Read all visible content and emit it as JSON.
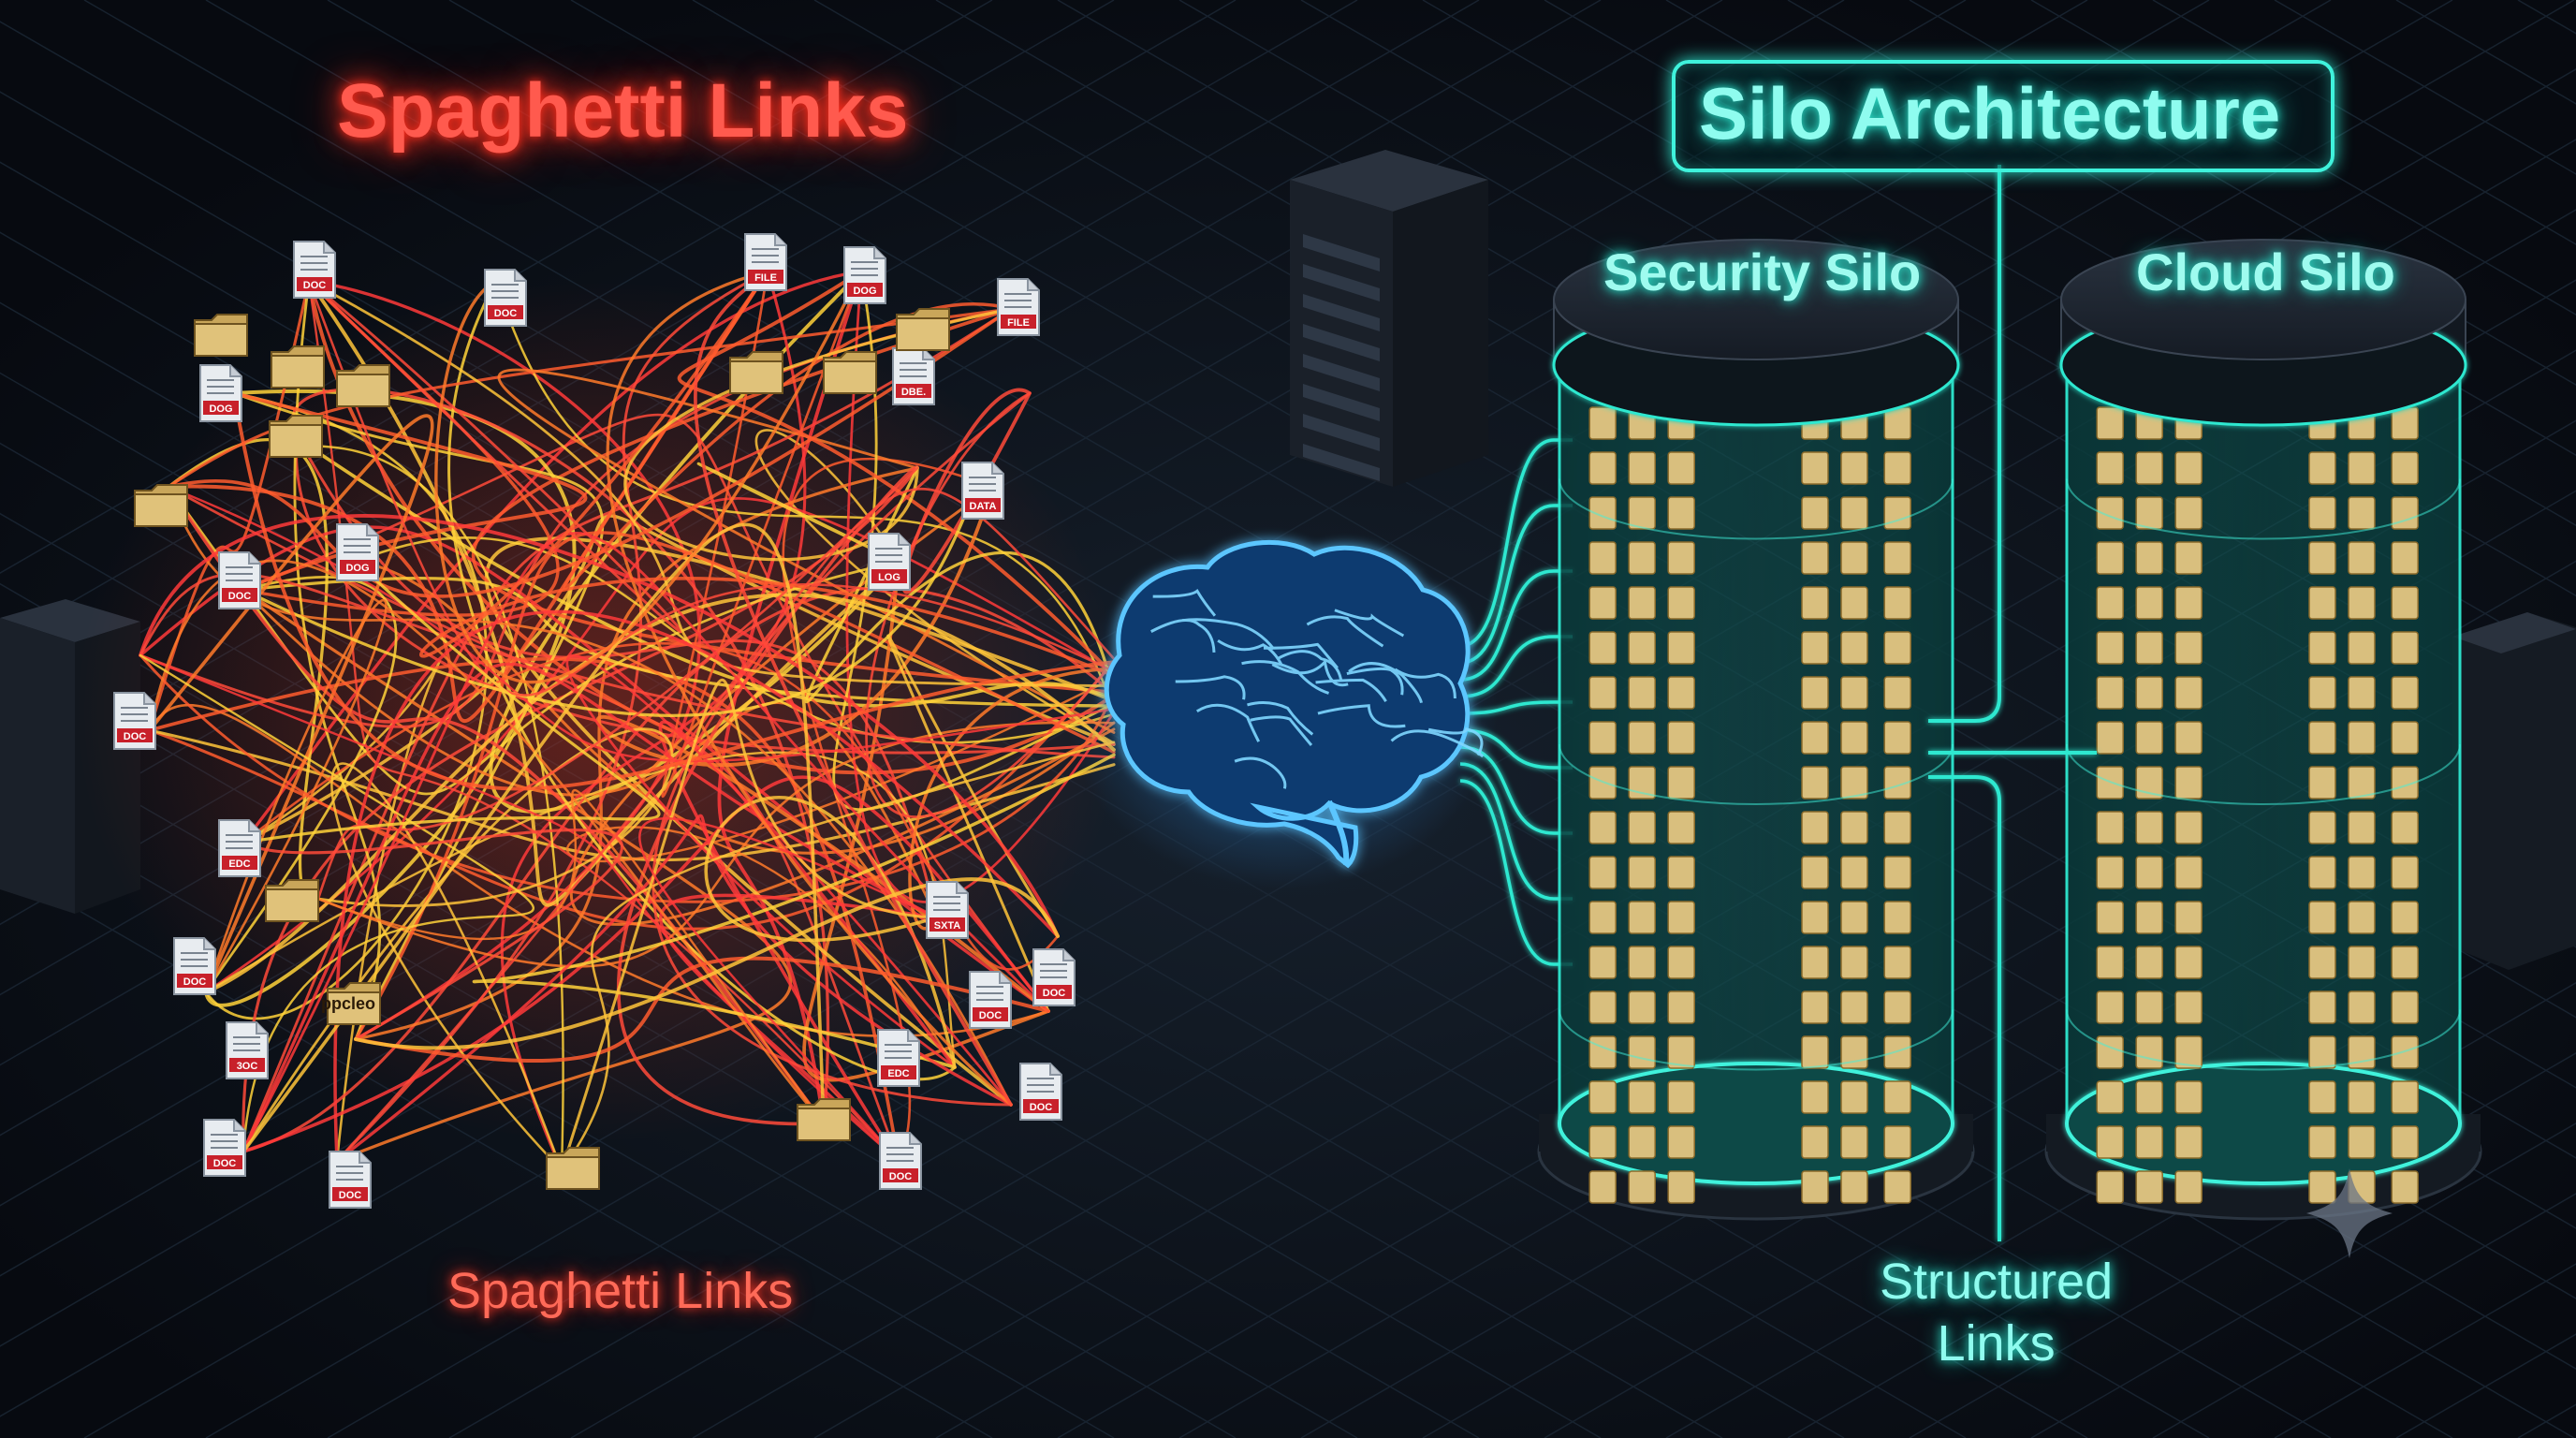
{
  "left_panel": {
    "title": "Spaghetti Links",
    "caption": "Spaghetti Links",
    "doc_icons": [
      {
        "label": "DOC"
      },
      {
        "label": "DOC"
      },
      {
        "label": "FILE"
      },
      {
        "label": "DOG"
      },
      {
        "label": "FILE"
      },
      {
        "label": "DOG"
      },
      {
        "label": "DBE."
      },
      {
        "label": "DOG"
      },
      {
        "label": "DOC"
      },
      {
        "label": "DATA"
      },
      {
        "label": "LOG"
      },
      {
        "label": "DOC"
      },
      {
        "label": "EDC"
      },
      {
        "label": "SXTA"
      },
      {
        "label": "DOC"
      },
      {
        "label": "DOC"
      },
      {
        "label": "DOC"
      },
      {
        "label": "3OC"
      },
      {
        "label": "DOC"
      },
      {
        "label": "EDC"
      },
      {
        "label": "DOC"
      },
      {
        "label": "DOC"
      },
      {
        "label": "DOC"
      }
    ],
    "folder_tag": "ppcleo"
  },
  "center": {
    "brain_icon": "brain-icon"
  },
  "right_panel": {
    "title": "Silo Architecture",
    "silos": [
      {
        "name": "Security Silo"
      },
      {
        "name": "Cloud Silo"
      }
    ],
    "caption_lines": [
      "Structured",
      "Links"
    ]
  },
  "colors": {
    "background": "#0b1018",
    "spaghetti_red": "#ff4a3a",
    "spaghetti_yellow": "#ffd23a",
    "silo_teal": "#2ee8d0",
    "brain_blue": "#3aa8ff",
    "folder": "#e0c27a"
  }
}
